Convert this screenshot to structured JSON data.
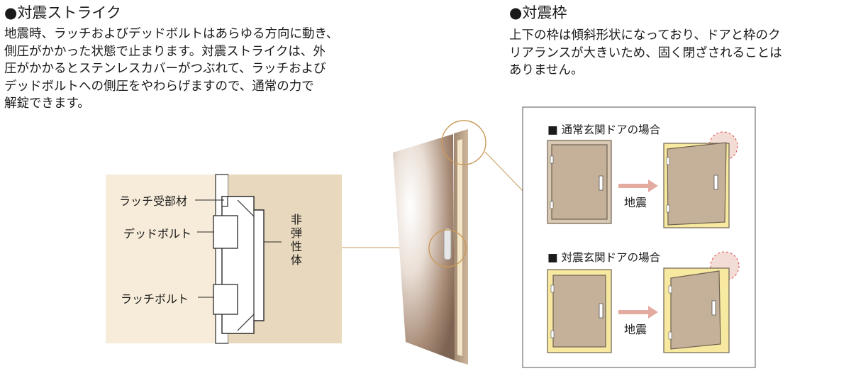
{
  "left": {
    "heading": "●対震ストライク",
    "lines": [
      "地震時、ラッチおよびデッドボルトはあらゆる方向に動き、",
      "側圧がかかった状態で止まります。対震ストライクは、外",
      "圧がかかるとステンレスカバーがつぶれて、ラッチおよび",
      "デッドボルトへの側圧をやわらげますので、通常の力で",
      "解錠できます。"
    ]
  },
  "strike_diagram": {
    "labels": {
      "latch_receiver": "ラッチ受部材",
      "deadbolt": "デッドボルト",
      "latch_bolt": "ラッチボルト",
      "non_elastic_chars": [
        "非",
        "弾",
        "性",
        "体"
      ]
    },
    "colors": {
      "wall": "#f7ecd9",
      "frame": "#e8d8bd",
      "line": "#2a2a2a"
    }
  },
  "door": {
    "colors": {
      "panel_light": "#ffffff",
      "panel_dark": "#8f7360",
      "frame": "#b9a084",
      "callout": "#c99a5a"
    }
  },
  "right": {
    "heading": "●対震枠",
    "lines": [
      "上下の枠は傾斜形状になっており、ドアと枠のク",
      "リアランスが大きいため、固く閉ざされることは",
      "ありません。"
    ],
    "box": {
      "normal_title": "■ 通常玄関ドアの場合",
      "seismic_title": "■ 対震玄関ドアの場合",
      "quake_label_1": "地震",
      "quake_label_2": "地震",
      "colors": {
        "door": "#c9b59d",
        "frame": "#7f6e5e",
        "gap_yellow": "#f7eaa0",
        "arrow": "#e3aaa0",
        "circle": "#d84a4a"
      }
    }
  }
}
